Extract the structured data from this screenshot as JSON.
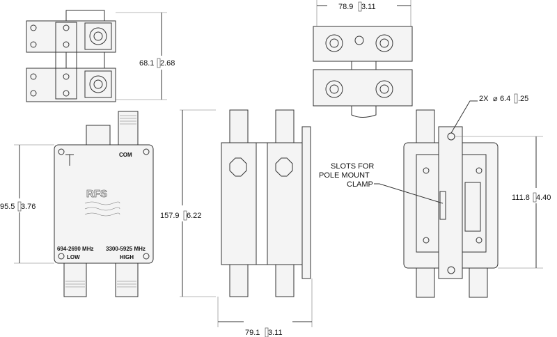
{
  "dimensions": {
    "top_left_height": {
      "value": "68.1",
      "inch": "2.68"
    },
    "front_height": {
      "value": "95.5",
      "inch": "3.76"
    },
    "side_height": {
      "value": "157.9",
      "inch": "6.22"
    },
    "side_width": {
      "value": "79.1",
      "inch": "3.11"
    },
    "top_right_width": {
      "value": "78.9",
      "inch": "3.11"
    },
    "back_height": {
      "value": "111.8",
      "inch": "4.40"
    },
    "hole": {
      "count": "2X",
      "symbol": "⌀",
      "value": "6.4",
      "inch": ".25"
    }
  },
  "callout": {
    "line1": "SLOTS FOR",
    "line2": "POLE MOUNT",
    "line3": "CLAMP"
  },
  "front_label": {
    "com": "COM",
    "brand": "RFS",
    "low_range": "694-2690 MHz",
    "high_range": "3300-5925 MHz",
    "low": "LOW",
    "high": "HIGH"
  }
}
